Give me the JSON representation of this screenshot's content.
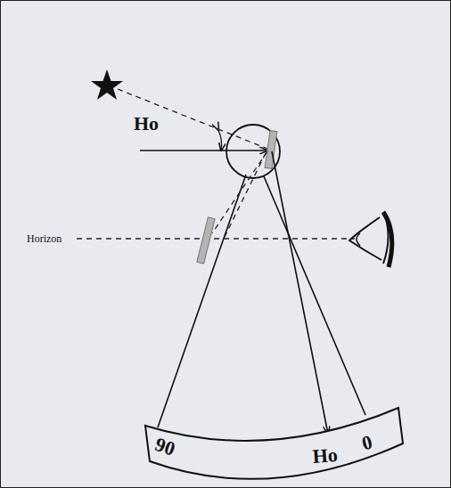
{
  "diagram": {
    "labels": [
      "Ho",
      "Horizon",
      "90",
      "Ho",
      "0"
    ]
  }
}
